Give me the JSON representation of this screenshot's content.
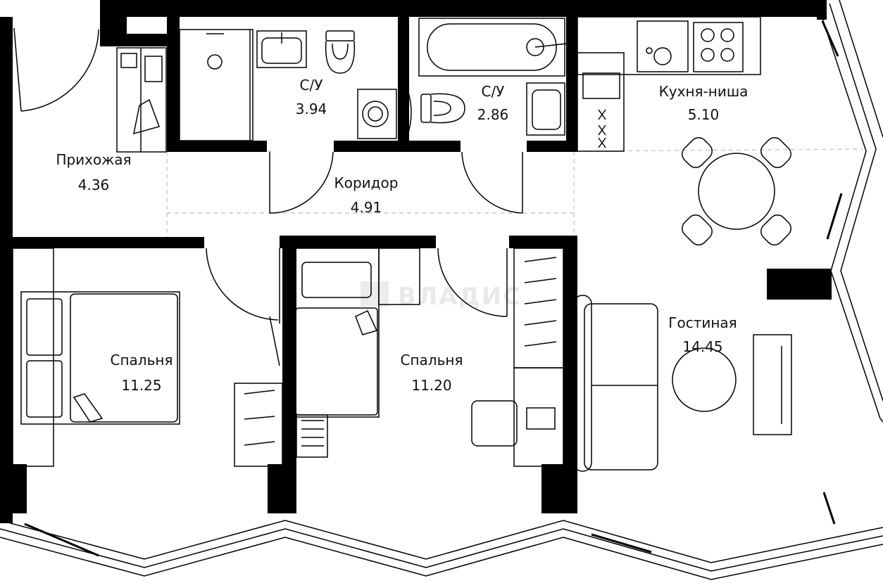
{
  "rooms": [
    {
      "id": "hallway",
      "name": "Прихожая",
      "area": "4.36"
    },
    {
      "id": "bathroom-1",
      "name": "С/У",
      "area": "3.94"
    },
    {
      "id": "bathroom-2",
      "name": "С/У",
      "area": "2.86"
    },
    {
      "id": "kitchen-niche",
      "name": "Кухня-ниша",
      "area": "5.10"
    },
    {
      "id": "corridor",
      "name": "Коридор",
      "area": "4.91"
    },
    {
      "id": "bedroom-1",
      "name": "Спальня",
      "area": "11.25"
    },
    {
      "id": "bedroom-2",
      "name": "Спальня",
      "area": "11.20"
    },
    {
      "id": "living-room",
      "name": "Гостиная",
      "area": "14.45"
    }
  ],
  "watermark": "ВЛАДИС",
  "colors": {
    "wall": "#000000",
    "line": "#000000",
    "zone_divider": "#bdbdbd",
    "watermark": "#e9e9e9"
  }
}
